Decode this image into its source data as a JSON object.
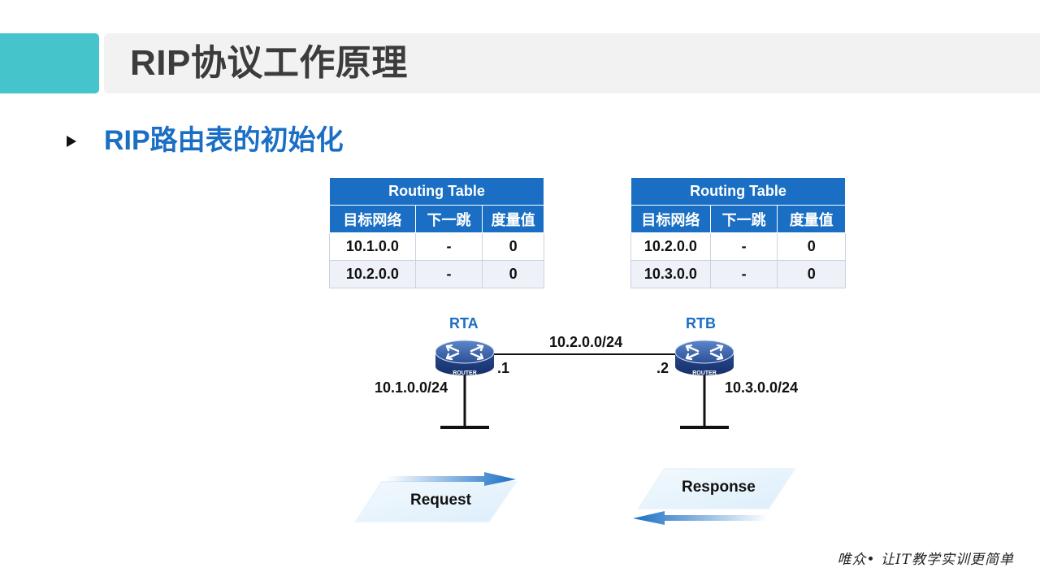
{
  "header": {
    "title": "RIP协议工作原理"
  },
  "section": {
    "subtitle": "RIP路由表的初始化"
  },
  "tables": [
    {
      "title": "Routing Table",
      "columns": [
        "目标网络",
        "下一跳",
        "度量值"
      ],
      "rows": [
        [
          "10.1.0.0",
          "-",
          "0"
        ],
        [
          "10.2.0.0",
          "-",
          "0"
        ]
      ]
    },
    {
      "title": "Routing Table",
      "columns": [
        "目标网络",
        "下一跳",
        "度量值"
      ],
      "rows": [
        [
          "10.2.0.0",
          "-",
          "0"
        ],
        [
          "10.3.0.0",
          "-",
          "0"
        ]
      ]
    }
  ],
  "topology": {
    "routers": [
      {
        "name": "RTA",
        "badge": "ROUTER"
      },
      {
        "name": "RTB",
        "badge": "ROUTER"
      }
    ],
    "link_network": "10.2.0.0/24",
    "rta_iface": ".1",
    "rtb_iface": ".2",
    "rta_lan": "10.1.0.0/24",
    "rtb_lan": "10.3.0.0/24"
  },
  "messages": {
    "request": "Request",
    "response": "Response"
  },
  "colors": {
    "accent": "#45c4cc",
    "primary": "#1a6fc4",
    "title_text": "#3c3c3c",
    "panel": "#e4f1fb"
  },
  "footer": {
    "slogan": "唯众• 让IT教学实训更简单"
  }
}
